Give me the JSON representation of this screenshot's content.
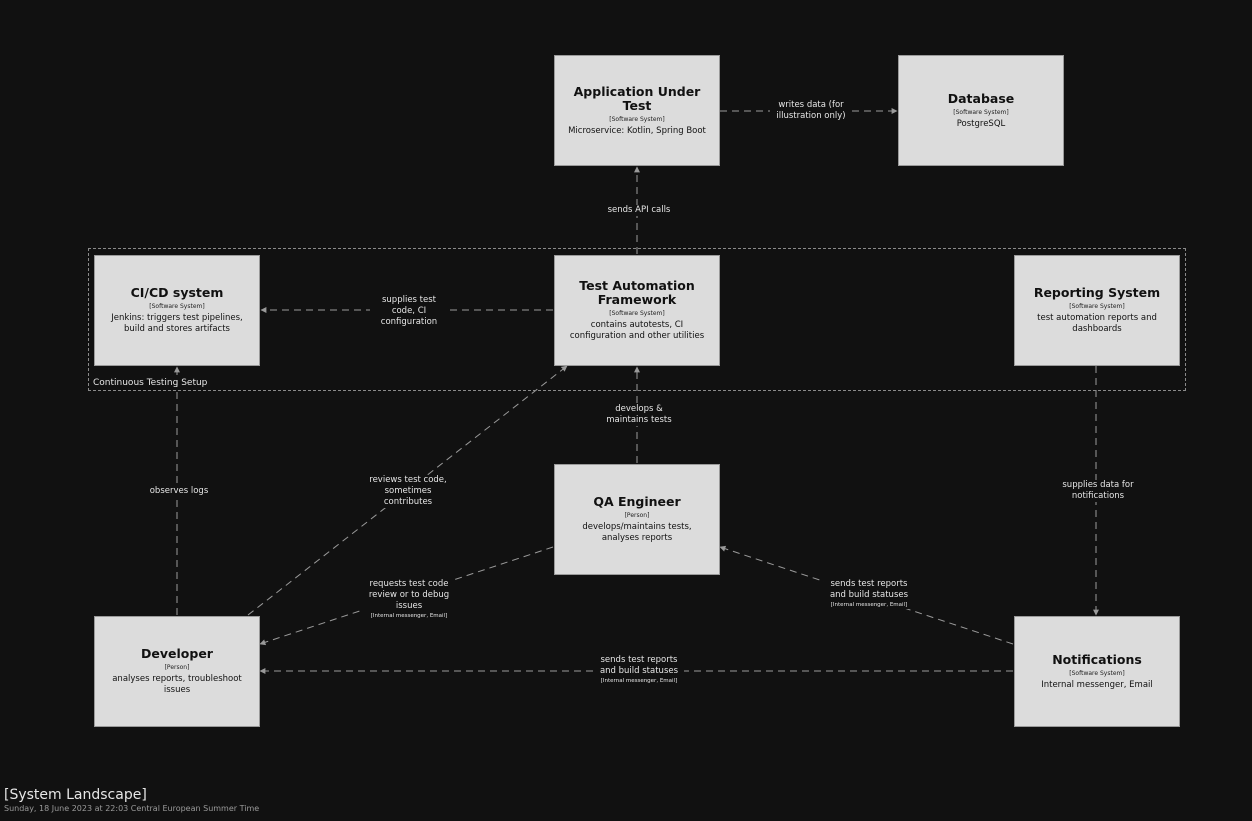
{
  "boundary": {
    "label": "Continuous Testing Setup"
  },
  "nodes": {
    "aut": {
      "title": "Application Under Test",
      "kind": "[Software System]",
      "desc": "Microservice: Kotlin, Spring Boot"
    },
    "db": {
      "title": "Database",
      "kind": "[Software System]",
      "desc": "PostgreSQL"
    },
    "cicd": {
      "title": "CI/CD system",
      "kind": "[Software System]",
      "desc": "Jenkins: triggers test pipelines, build and stores artifacts"
    },
    "taf": {
      "title": "Test Automation Framework",
      "kind": "[Software System]",
      "desc": "contains autotests, CI configuration and other utilities"
    },
    "reporting": {
      "title": "Reporting System",
      "kind": "[Software System]",
      "desc": "test automation reports and dashboards"
    },
    "qa": {
      "title": "QA Engineer",
      "kind": "[Person]",
      "desc": "develops/maintains tests, analyses reports"
    },
    "dev": {
      "title": "Developer",
      "kind": "[Person]",
      "desc": "analyses reports, troubleshoot issues"
    },
    "notif": {
      "title": "Notifications",
      "kind": "[Software System]",
      "desc": "Internal messenger, Email"
    }
  },
  "edges": {
    "aut_db": {
      "label": "writes data (for illustration only)"
    },
    "taf_aut": {
      "label": "sends API calls"
    },
    "taf_cicd": {
      "label": "supplies test code, CI configuration"
    },
    "qa_taf": {
      "label": "develops & maintains tests"
    },
    "dev_cicd": {
      "label": "observes logs"
    },
    "dev_taf": {
      "label": "reviews test code, sometimes contributes"
    },
    "qa_dev": {
      "label": "requests test code review or to debug issues",
      "tech": "[Internal messenger, Email]"
    },
    "reporting_notif": {
      "label": "supplies data for notifications"
    },
    "notif_qa": {
      "label": "sends test reports and build statuses",
      "tech": "[Internal messenger, Email]"
    },
    "notif_dev": {
      "label": "sends test reports and build statuses",
      "tech": "[Internal messenger, Email]"
    }
  },
  "footer": {
    "title": "[System Landscape]",
    "date": "Sunday, 18 June 2023 at 22:03 Central European Summer Time"
  },
  "colors": {
    "background": "#111111",
    "node_fill": "#dcdcdc",
    "edge": "#9a9a9a",
    "text_light": "#e6e6e6"
  }
}
